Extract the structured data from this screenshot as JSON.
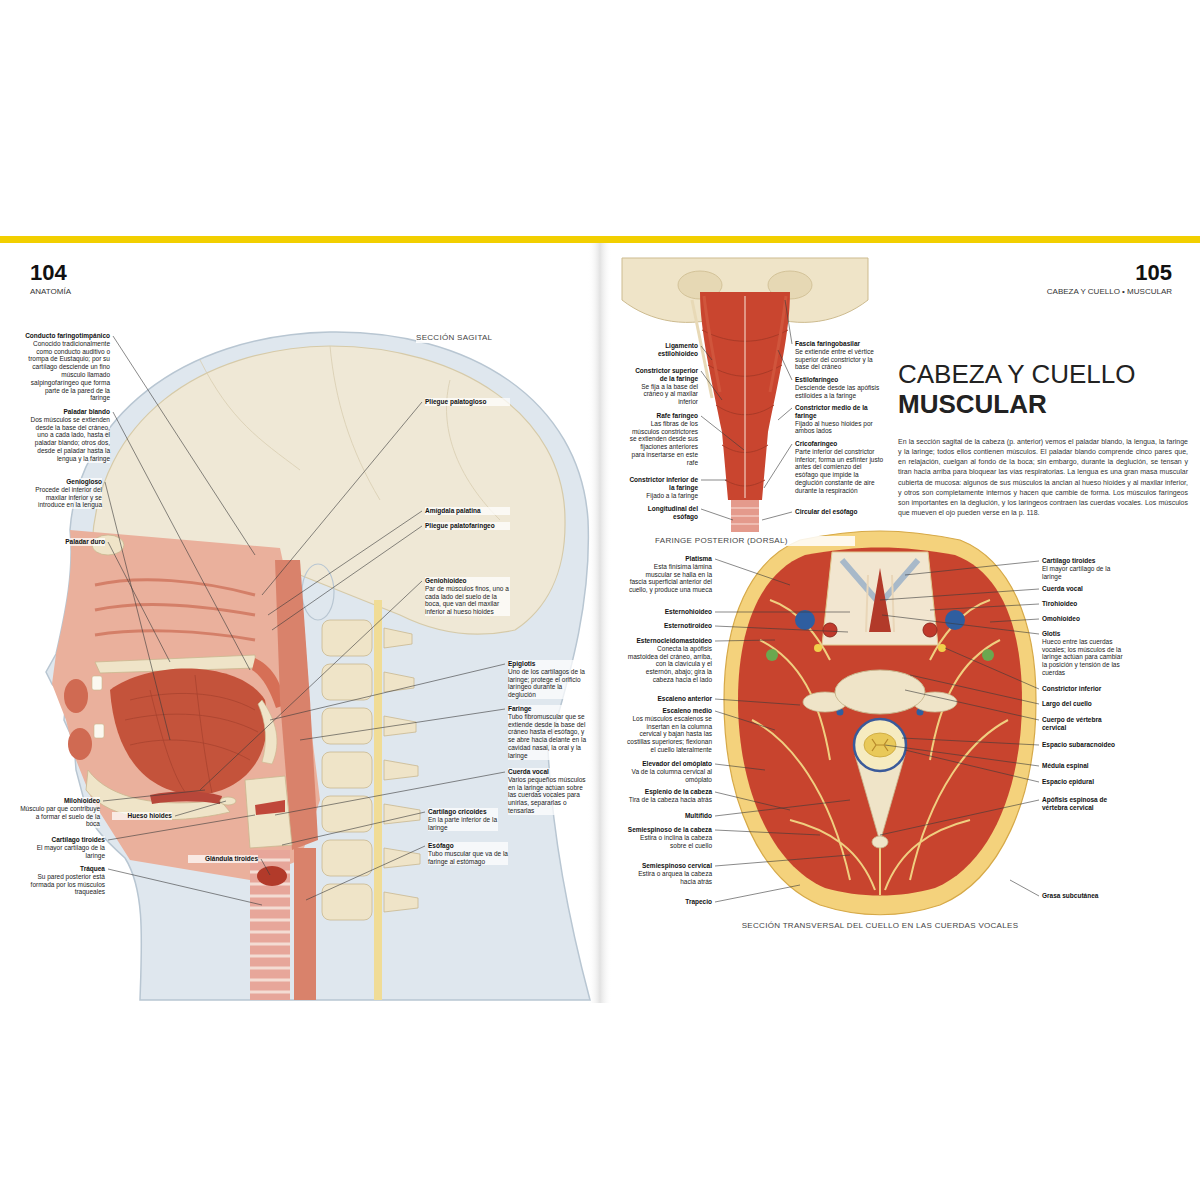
{
  "diagram": {
    "title": "CABEZA Y CUELLO MUSCULAR",
    "labels": [
      "104",
      "ANATOMÍA",
      "SECCIÓN SAGITAL",
      "Conducto faringotimpánico",
      "Conocido tradicionalmente como conducto auditivo o trompa de Eustaquio; por su cartílago desciende un fino músculo llamado salpingofaríngeo que forma parte de la pared de la faringe",
      "Paladar blando",
      "Dos músculos se extienden desde la base del cráneo, uno a cada lado, hasta el paladar blando; otros dos, desde el paladar hasta la lengua y la faringe",
      "Geniogloso",
      "Procede del interior del maxilar inferior y se introduce en la lengua",
      "Paladar duro",
      "Milohioideo",
      "Músculo par que contribuye a formar el suelo de la boca",
      "Cartílago tiroides",
      "El mayor cartílago de la laringe",
      "Tráquea",
      "Su pared posterior está formada por los músculos traqueales",
      "Hueso hioides",
      "Glándula tiroides",
      "Pliegue palatogloso",
      "Amígdala palatina",
      "Pliegue palatofaríngeo",
      "Geniohioideo",
      "Par de músculos finos, uno a cada lado del suelo de la boca, que van del maxilar inferior al hueso hioides",
      "Epiglotis",
      "Uno de los cartílagos de la laringe; protege el orificio laríngeo durante la deglución",
      "Faringe",
      "Tubo fibromuscular que se extiende desde la base del cráneo hasta el esófago, y se abre hacia delante en la cavidad nasal, la oral y la laringe",
      "Cuerda vocal",
      "Varios pequeños músculos en la laringe actúan sobre las cuerdas vocales para unirlas, separarlas o tensarlas",
      "Cartílago cricoides",
      "En la parte inferior de la laringe",
      "Esófago",
      "Tubo muscular que va de la faringe al estómago",
      "105",
      "CABEZA Y CUELLO • MUSCULAR",
      "Ligamento estilohioideo",
      "Constrictor superior de la faringe",
      "Se fija a la base del cráneo y al maxilar inferior",
      "Rafe faríngeo",
      "Las fibras de los músculos constrictores se extienden desde sus fijaciones anteriores para insertarse en este rafe",
      "Constrictor inferior de la faringe",
      "Fijado a la faringe",
      "Longitudinal del esófago",
      "Fascia faringobasilar",
      "Se extiende entre el vértice superior del constrictor y la base del cráneo",
      "Estilofaríngeo",
      "Desciende desde las apófisis estiloides a la faringe",
      "Constrictor medio de la faringe",
      "Fijado al hueso hioides por ambos lados",
      "Cricofaríngeo",
      "Parte inferior del constrictor inferior; forma un esfínter justo antes del comienzo del esófago que impide la deglución constante de aire durante la respiración",
      "Circular del esófago",
      "FARINGE POSTERIOR (DORSAL)",
      "En la sección sagital de la cabeza (p. anterior) vemos el paladar blando, la lengua, la faringe y la laringe; todos ellos contienen músculos. El paladar blando comprende cinco pares que, en relajación, cuelgan al fondo de la boca; sin embargo, durante la deglución, se tensan y tiran hacia arriba para bloquear las vías respiratorias. La lengua es una gran masa muscular cubierta de mucosa: algunos de sus músculos la anclan al hueso hioides y al maxilar inferior, y otros son completamente internos y hacen que cambie de forma. Los músculos faríngeos son importantes en la deglución, y los laríngeos contraen las cuerdas vocales. Los músculos que mueven el ojo pueden verse en la p. 118.",
      "Platisma",
      "Esta finísima lámina muscular se halla en la fascia superficial anterior del cuello, y produce una mueca",
      "Esternohioideo",
      "Esternotiroideo",
      "Esternocleidomastoideo",
      "Conecta la apófisis mastoidea del cráneo, arriba, con la clavícula y el esternón, abajo; gira la cabeza hacia el lado",
      "Escaleno anterior",
      "Escaleno medio",
      "Los músculos escalenos se insertan en la columna cervical y bajan hasta las costillas superiores; flexionan el cuello lateralmente",
      "Elevador del omóplato",
      "Va de la columna cervical al omóplato",
      "Esplenio de la cabeza",
      "Tira de la cabeza hacia atrás",
      "Multífido",
      "Semiespinoso de la cabeza",
      "Estira o inclina la cabeza sobre el cuello",
      "Semiespinoso cervical",
      "Estira o arquea la cabeza hacia atrás",
      "Trapecio",
      "Cartílago tiroides",
      "El mayor cartílago de la laringe",
      "Cuerda vocal",
      "Tirohioideo",
      "Omohioideo",
      "Glotis",
      "Hueco entre las cuerdas vocales; los músculos de la laringe actúan para cambiar la posición y tensión de las cuerdas",
      "Constrictor inferior",
      "Largo del cuello",
      "Cuerpo de vértebra cervical",
      "Espacio subaracnoideo",
      "Médula espinal",
      "Espacio epidural",
      "Apófisis espinosa de vértebra cervical",
      "Grasa subcutánea",
      "SECCIÓN TRANSVERSAL DEL CUELLO EN LAS CUERDAS VOCALES"
    ]
  }
}
